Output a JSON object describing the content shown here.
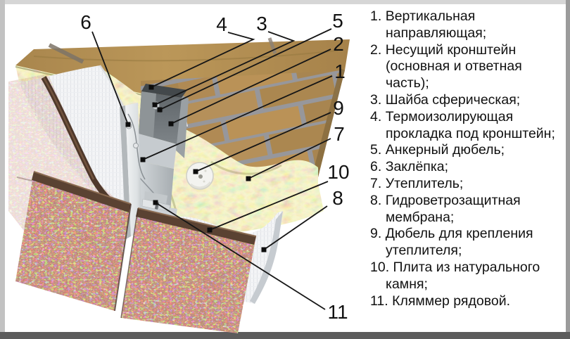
{
  "legend": {
    "items": [
      {
        "num": "1.",
        "text": "Вертикальная направляющая;"
      },
      {
        "num": "2.",
        "text": "Несущий кронштейн (основная и ответная часть);"
      },
      {
        "num": "3.",
        "text": "Шайба сферическая;"
      },
      {
        "num": "4.",
        "text": "Термоизолирующая прокладка под кронштейн;"
      },
      {
        "num": "5.",
        "text": "Анкерный дюбель;"
      },
      {
        "num": "6.",
        "text": "Заклёпка;"
      },
      {
        "num": "7.",
        "text": "Утеплитель;"
      },
      {
        "num": "8.",
        "text": "Гидроветрозащитная мембрана;"
      },
      {
        "num": "9.",
        "text": "Дюбель для крепления утеплителя;"
      },
      {
        "num": "10.",
        "text": "Плита из натурального камня;"
      },
      {
        "num": "11.",
        "text": "Кляммер рядовой."
      }
    ]
  },
  "callouts": [
    {
      "label": "1"
    },
    {
      "label": "2"
    },
    {
      "label": "3"
    },
    {
      "label": "4"
    },
    {
      "label": "5"
    },
    {
      "label": "6"
    },
    {
      "label": "7"
    },
    {
      "label": "8"
    },
    {
      "label": "9"
    },
    {
      "label": "10"
    },
    {
      "label": "11"
    }
  ],
  "colors": {
    "brick": "#b28b52",
    "mortar": "#97979b",
    "insulation": "#c9c386",
    "membrane": "#f2f3f5",
    "granite": "#b4543a",
    "metal": "#d9dde0",
    "callout_line": "#161616",
    "frame_top": "#d6d6d6",
    "frame_left": "#c2c2c2",
    "frame_right": "#9b9b9b",
    "frame_bottom": "#5c5c5c"
  }
}
